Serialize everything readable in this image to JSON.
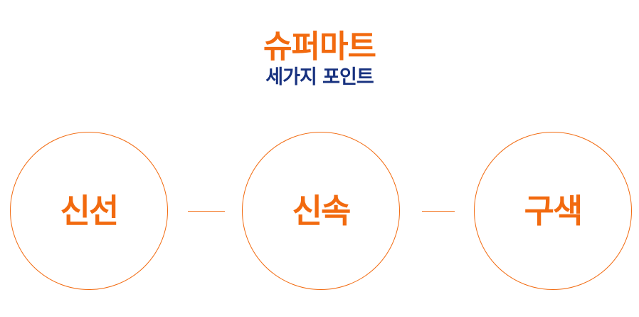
{
  "header": {
    "title": "슈퍼마트",
    "subtitle": "세가지 포인트"
  },
  "points": [
    {
      "label": "신선"
    },
    {
      "label": "신속"
    },
    {
      "label": "구색"
    }
  ],
  "colors": {
    "accent": "#f26a0f",
    "navy": "#17317f",
    "background": "#ffffff"
  }
}
